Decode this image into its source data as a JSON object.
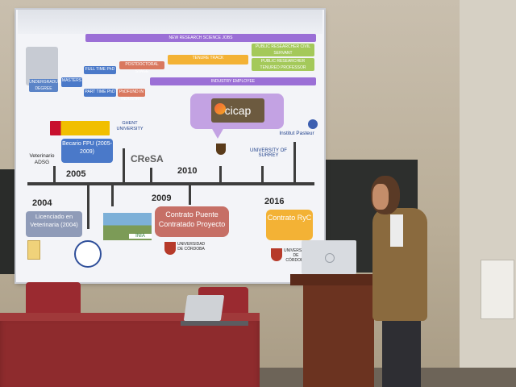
{
  "slide": {
    "top_bars": {
      "new_research_jobs": "NEW RESEARCH SCIENCE JOBS",
      "industry_employee": "INDUSTRY EMPLOYEE",
      "public_researcher_civil": "PUBLIC RESEARCHER CIVIL SERVANT",
      "public_researcher_tenured": "PUBLIC RESEARCHER TENURED PROFESSOR",
      "tenure_track": "TENURE TRACK",
      "postdoctoral_stage": "POSTDOCTORAL STAGE",
      "full_time_phd": "FULL TIME PhD",
      "part_time_phd": "PART TIME PhD",
      "masters": "MASTERS",
      "undergraduate": "UNDERGRADUATE DEGREE",
      "phd_in_industry": "PhDFUND IN INDUSTRY"
    },
    "institutions": {
      "ghent": "GHENT UNIVERSITY",
      "pasteur": "Institut Pasteur",
      "surrey": "UNIVERSITY OF SURREY",
      "cresa": "CReSA",
      "cicap": "cicap",
      "uco_1": "UNIVERSIDAD DE CÓRDOBA",
      "uco_2": "UNIVERSIDAD DE CÓRDOBA",
      "inia": "INIA"
    },
    "years": {
      "y2004": "2004",
      "y2005": "2005",
      "y2009": "2009",
      "y2010": "2010",
      "y2016": "2016"
    },
    "labels": {
      "veterinario": "Veterinario ADSG",
      "becario": "Becario FPU (2005-2009)",
      "licenciado": "Licenciado en Veterinaria (2004)",
      "contrato_puente": "Contrato Puente Contratado Proyecto",
      "contrato_ryc": "Contrato RyC"
    }
  },
  "colors": {
    "purple": "#9b6fd6",
    "blue": "#4a79c9",
    "orange": "#f3b235",
    "red": "#c66f66",
    "grey_blue": "#8f9bb8"
  }
}
